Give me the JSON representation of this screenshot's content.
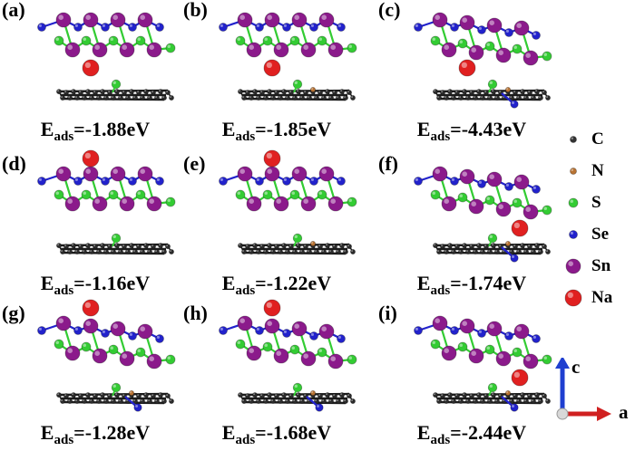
{
  "panels": [
    {
      "label": "(a)",
      "energy": "-1.88eV",
      "variant": 0,
      "na": "below"
    },
    {
      "label": "(b)",
      "energy": "-1.85eV",
      "variant": 1,
      "na": "below"
    },
    {
      "label": "(c)",
      "energy": "-4.43eV",
      "variant": 2,
      "na": "below"
    },
    {
      "label": "(d)",
      "energy": "-1.16eV",
      "variant": 0,
      "na": "above"
    },
    {
      "label": "(e)",
      "energy": "-1.22eV",
      "variant": 1,
      "na": "above"
    },
    {
      "label": "(f)",
      "energy": "-1.74eV",
      "variant": 2,
      "na": "below-right"
    },
    {
      "label": "(g)",
      "energy": "-1.28eV",
      "variant": 2,
      "na": "above"
    },
    {
      "label": "(h)",
      "energy": "-1.68eV",
      "variant": 2,
      "na": "above"
    },
    {
      "label": "(i)",
      "energy": "-2.44eV",
      "variant": 2,
      "na": "below-right"
    }
  ],
  "energy_prefix": "E",
  "energy_sub": "ads",
  "energy_eq": "=",
  "legend": [
    {
      "symbol": "C",
      "color": "#333333"
    },
    {
      "symbol": "N",
      "color": "#b87333"
    },
    {
      "symbol": "S",
      "color": "#33cc33"
    },
    {
      "symbol": "Se",
      "color": "#2222cc"
    },
    {
      "symbol": "Sn",
      "color": "#8b1a8b"
    },
    {
      "symbol": "Na",
      "color": "#e02020"
    }
  ],
  "axes": {
    "up": "c",
    "right": "a"
  },
  "colors": {
    "C": "#2b2b2b",
    "N": "#b87333",
    "S": "#33cc33",
    "Se": "#2222cc",
    "Sn": "#8b1a8b",
    "Na": "#e02020",
    "axis_up": "#1f3fd0",
    "axis_right": "#d02020"
  }
}
